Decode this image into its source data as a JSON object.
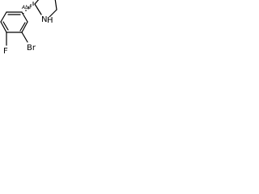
{
  "structure": {
    "atoms": {
      "nitrogen": "N",
      "hydrogen": "H",
      "bromine": "Br",
      "fluorine": "F",
      "stereo_label": "Abs"
    },
    "bond_color": "#000000",
    "background": "#ffffff"
  }
}
